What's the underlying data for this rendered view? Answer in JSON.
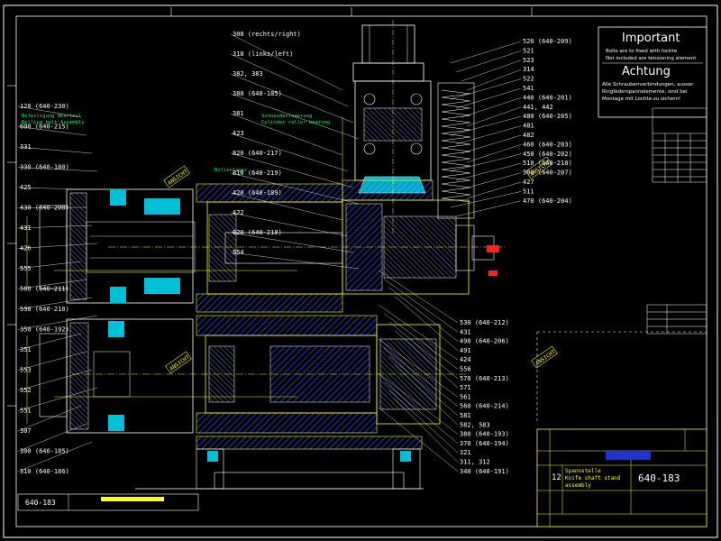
{
  "drawing": {
    "number": "640-183",
    "sheet": "12",
    "notice": {
      "title_en": "Important",
      "line1_en": "Bolts are to fixed with loctite",
      "line2_en": "Not included are tensioning element",
      "title_de": "Achtung",
      "line1_de": "Alle Schraubenverbindungen, ausser",
      "line2_de": "Ringfederspannelemente, sind bei",
      "line3_de": "Montage mit Loctite zu sichern!"
    },
    "title_block": {
      "desc1": "Spannstelle",
      "desc2": "Knife shaft stand",
      "desc3": "assembly",
      "code": "640-183"
    }
  },
  "callouts_right": [
    "520 (640-209)",
    "521",
    "523",
    "314",
    "522",
    "541",
    "440 (640-201)",
    "441, 442",
    "480 (640-205)",
    "481",
    "482",
    "460 (640-203)",
    "450 (640-202)",
    "510 (640-210)",
    "500 (640-207)",
    "427",
    "511",
    "470 (640-204)"
  ],
  "callouts_mid_right": [
    "530 (640-212)",
    "431",
    "490 (640-206)",
    "491",
    "424",
    "556",
    "570 (640-213)",
    "571",
    "561",
    "560 (640-214)",
    "581",
    "582, 583",
    "380 (640-193)",
    "370 (640-194)",
    "321",
    "311, 312",
    "340 (640-191)"
  ],
  "callouts_top": [
    "308 (rechts/right)",
    "318 (links/left)",
    "382, 383",
    "380 (640-185)",
    "381",
    "423",
    "820 (640-217)",
    "810 (640-219)",
    "420 (640-189)",
    "422",
    "620 (640-218)",
    "554"
  ],
  "callouts_left": [
    "120 (640-230)",
    "600 (640-215)",
    "331",
    "330 (640-180)",
    "425",
    "430 (640-200)",
    "431",
    "426",
    "555",
    "560 (640-211)",
    "590 (640-210)",
    "350 (640-192)",
    "351",
    "553",
    "552",
    "551",
    "307",
    "300 (640-185)",
    "310 (640-186)"
  ],
  "notes_green": [
    "Schneidenlagerung",
    "Cylinder roller bearing",
    "Rollenlager",
    "Befestigung Oberteil",
    "Rolling bolt Assembly"
  ],
  "angle_tags": [
    "ANSICHT",
    "ANSICHT",
    "ANSICHT",
    "ANSICHT"
  ],
  "colors": {
    "background": "#000000",
    "frame": "#ffffff",
    "parts": "#00ffff",
    "outline": "#ffff00",
    "hatch": "#3355ff",
    "dim": "#ffff00",
    "note": "#00ff66",
    "title_block": "#ffff00"
  }
}
